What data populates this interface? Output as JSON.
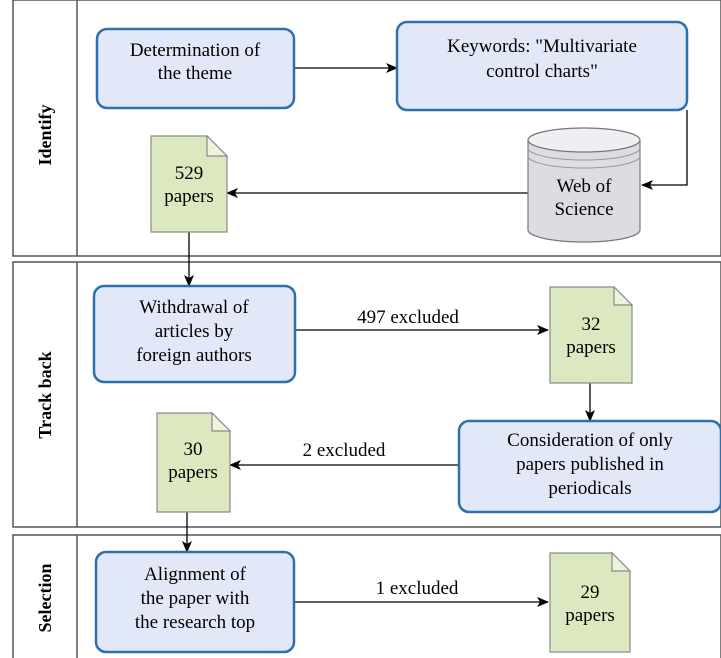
{
  "lanes": {
    "identify": "Identify",
    "track_back": "Track back",
    "selection": "Selection"
  },
  "nodes": {
    "theme": [
      "Determination of",
      "the theme"
    ],
    "keywords": [
      "Keywords: \"Multivariate",
      "control charts\""
    ],
    "web_of_science": [
      "Web of",
      "Science"
    ],
    "doc_529": [
      "529",
      "papers"
    ],
    "withdrawal": [
      "Withdrawal of",
      "articles by",
      "foreign authors"
    ],
    "doc_32": [
      "32",
      "papers"
    ],
    "periodicals": [
      "Consideration of only",
      "papers published in",
      "periodicals"
    ],
    "doc_30": [
      "30",
      "papers"
    ],
    "alignment": [
      "Alignment of",
      "the paper with",
      "the research top"
    ],
    "doc_29": [
      "29",
      "papers"
    ]
  },
  "edges": {
    "excluded_497": "497 excluded",
    "excluded_2": "2 excluded",
    "excluded_1": "1 excluded"
  },
  "colors": {
    "process_fill": "#e3e8f8",
    "process_border": "#2e6fad",
    "document_fill": "#dce8bf",
    "database_fill": "#dcdde3"
  }
}
